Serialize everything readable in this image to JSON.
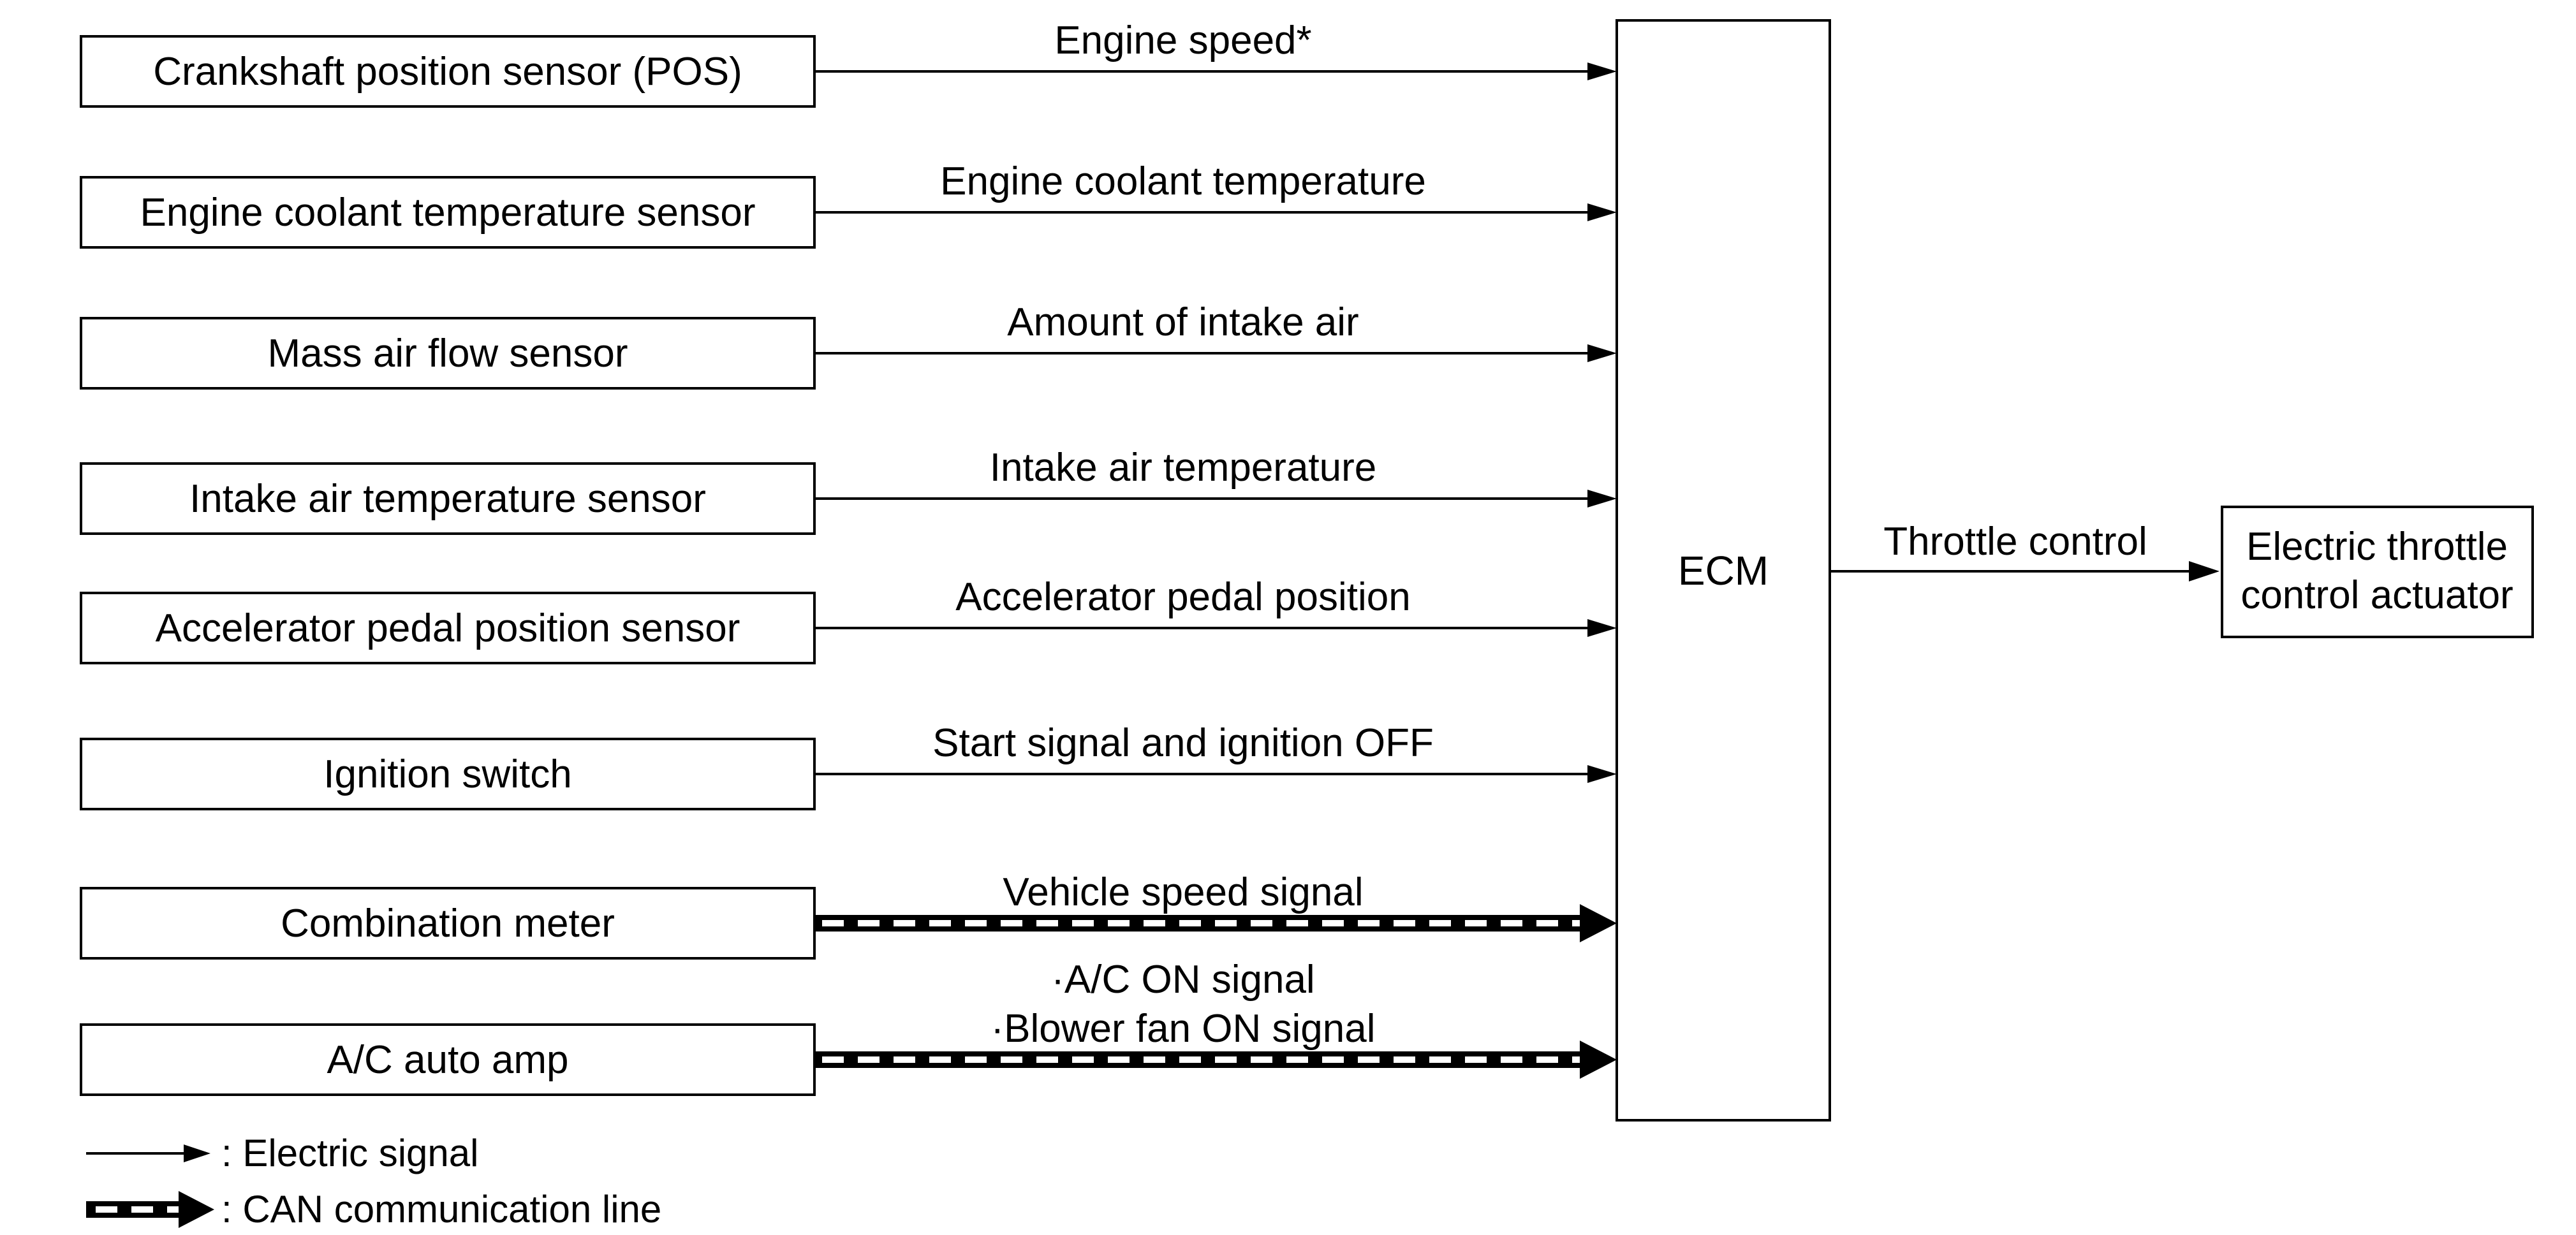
{
  "sensors": [
    {
      "label": "Crankshaft position sensor (POS)",
      "signal": [
        "Engine speed*"
      ],
      "line": "electric"
    },
    {
      "label": "Engine coolant temperature sensor",
      "signal": [
        "Engine coolant temperature"
      ],
      "line": "electric"
    },
    {
      "label": "Mass air flow sensor",
      "signal": [
        "Amount of intake air"
      ],
      "line": "electric"
    },
    {
      "label": "Intake air temperature sensor",
      "signal": [
        "Intake air temperature"
      ],
      "line": "electric"
    },
    {
      "label": "Accelerator pedal position sensor",
      "signal": [
        "Accelerator pedal position"
      ],
      "line": "electric"
    },
    {
      "label": "Ignition switch",
      "signal": [
        "Start signal and ignition OFF"
      ],
      "line": "electric"
    },
    {
      "label": "Combination meter",
      "signal": [
        "Vehicle speed signal"
      ],
      "line": "can"
    },
    {
      "label": "A/C auto amp",
      "signal": [
        "·A/C ON signal",
        "·Blower fan ON signal"
      ],
      "line": "can"
    }
  ],
  "ecm": {
    "label": "ECM"
  },
  "output": {
    "signal": "Throttle control",
    "label_line1": "Electric throttle",
    "label_line2": "control actuator"
  },
  "legend": {
    "electric": ": Electric signal",
    "can": ": CAN communication line"
  },
  "colors": {
    "line": "#000000",
    "background": "#ffffff"
  }
}
